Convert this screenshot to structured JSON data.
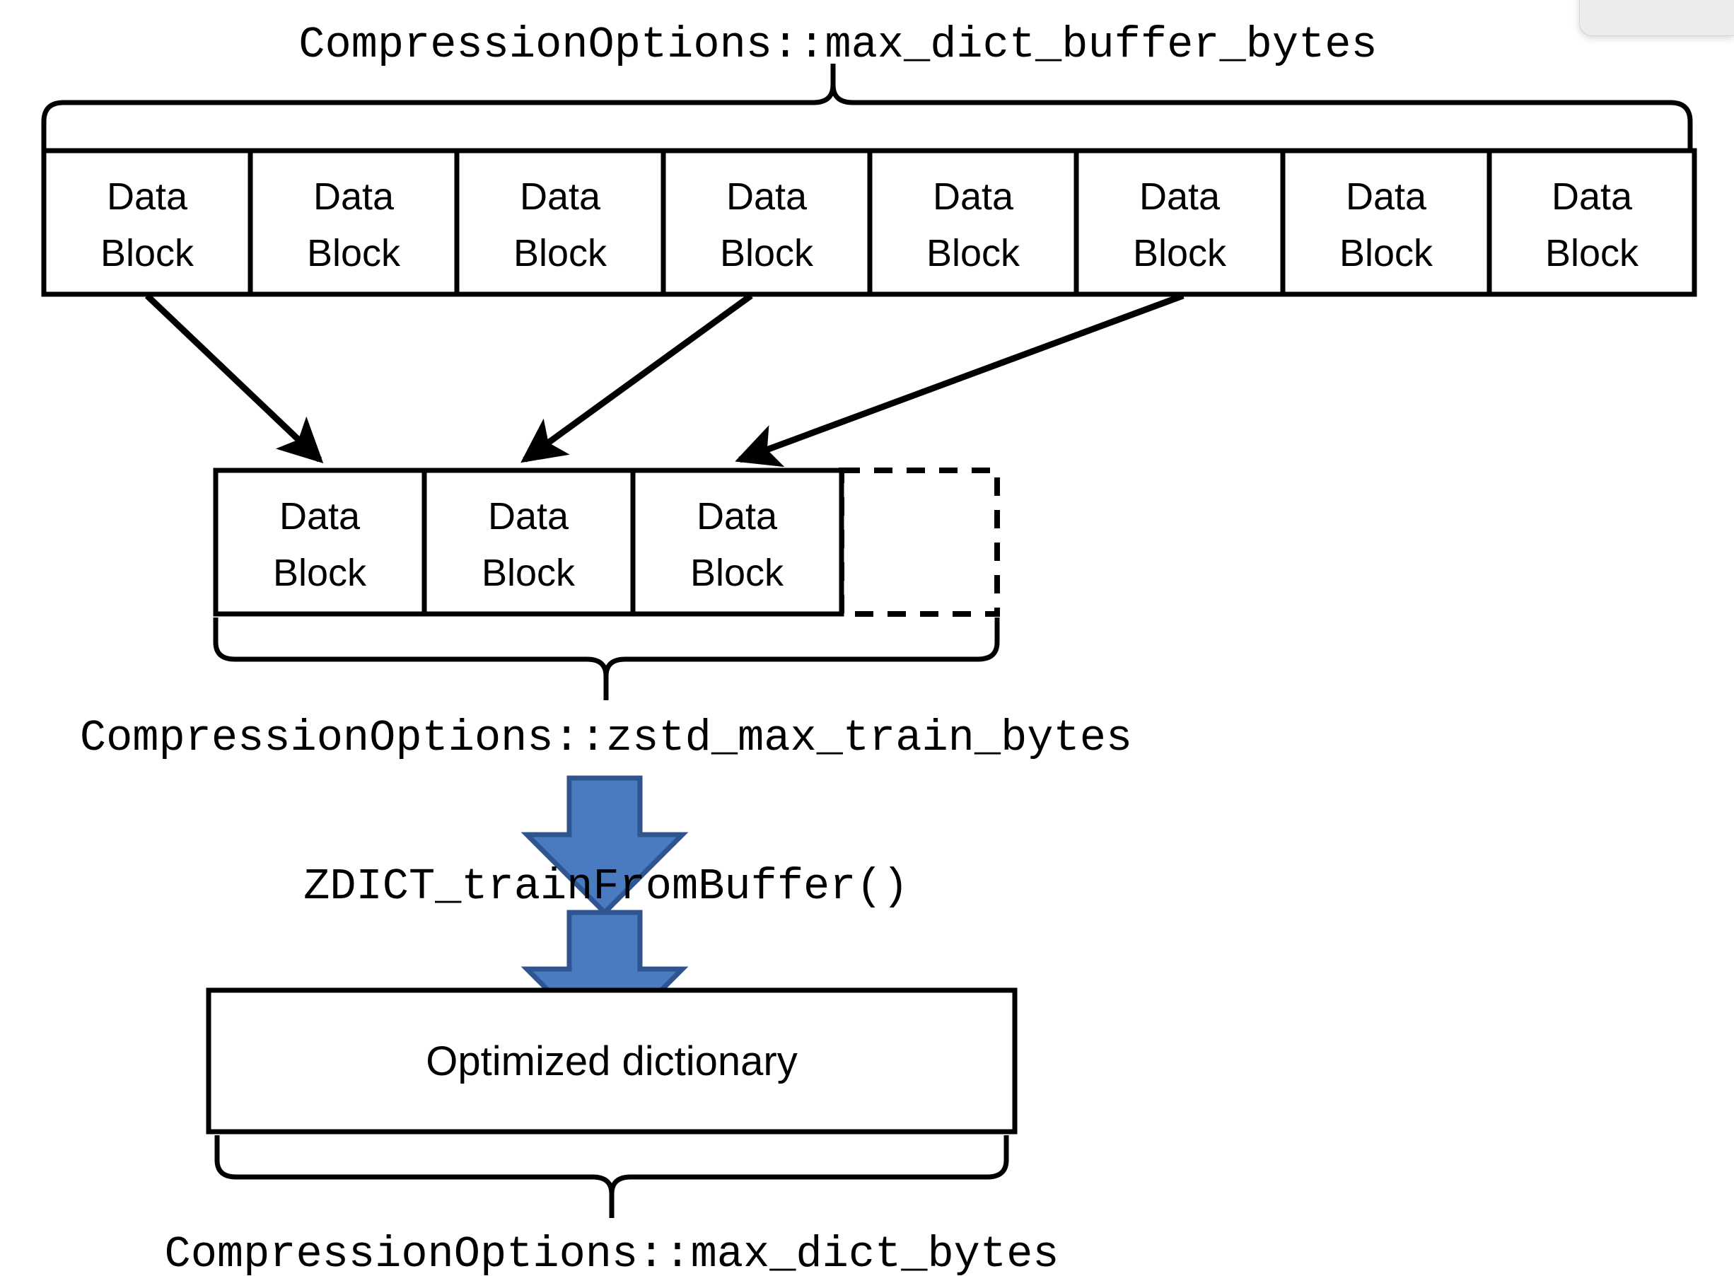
{
  "diagram": {
    "title_top": "CompressionOptions::max_dict_buffer_bytes",
    "label_middle": "CompressionOptions::zstd_max_train_bytes",
    "label_function": "ZDICT_trainFromBuffer()",
    "label_bottom": "CompressionOptions::max_dict_bytes",
    "block_label_line1": "Data",
    "block_label_line2": "Block",
    "dictionary_label": "Optimized dictionary",
    "top_row": {
      "count": 8,
      "blocks": [
        {
          "line1": "Data",
          "line2": "Block"
        },
        {
          "line1": "Data",
          "line2": "Block"
        },
        {
          "line1": "Data",
          "line2": "Block"
        },
        {
          "line1": "Data",
          "line2": "Block"
        },
        {
          "line1": "Data",
          "line2": "Block"
        },
        {
          "line1": "Data",
          "line2": "Block"
        },
        {
          "line1": "Data",
          "line2": "Block"
        },
        {
          "line1": "Data",
          "line2": "Block"
        }
      ]
    },
    "middle_row": {
      "count": 3,
      "blocks": [
        {
          "line1": "Data",
          "line2": "Block"
        },
        {
          "line1": "Data",
          "line2": "Block"
        },
        {
          "line1": "Data",
          "line2": "Block"
        }
      ],
      "placeholder_empty": true
    },
    "arrows": {
      "connector_count": 3,
      "flow_arrow_count": 2
    },
    "colors": {
      "arrow_fill": "#4a7ac0",
      "arrow_stroke": "#2e558f",
      "stroke": "#000000",
      "background": "#ffffff",
      "chrome": "#ececec"
    }
  }
}
